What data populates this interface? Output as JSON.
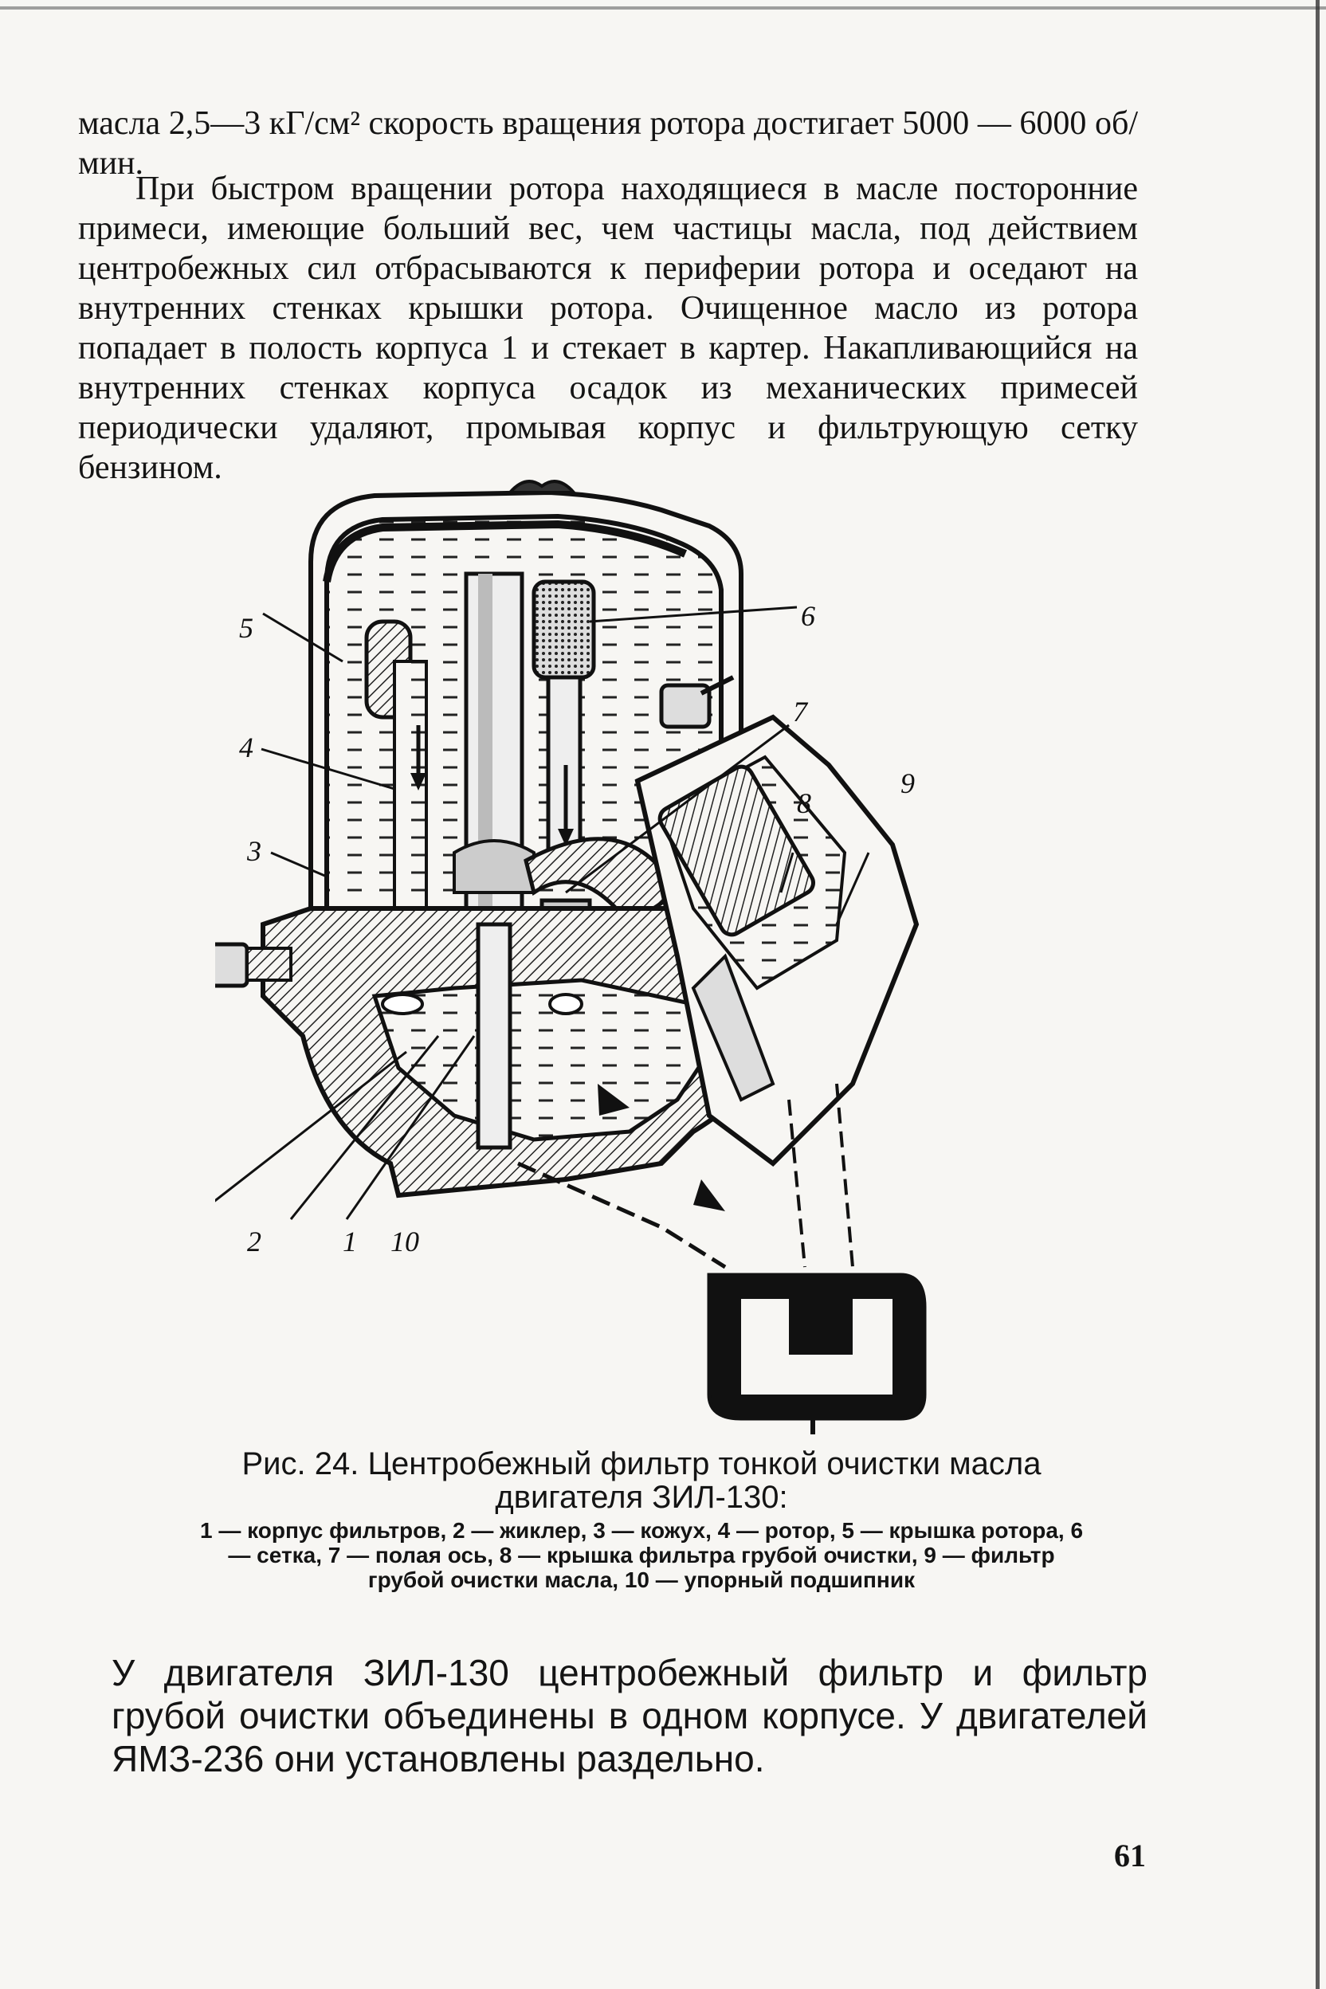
{
  "page": {
    "paragraph1": "масла 2,5—3 кГ/см² скорость вращения ротора достигает 5000 — 6000 об/мин.",
    "paragraph2": "При быстром вращении ротора находящиеся в масле посторонние примеси, имеющие больший вес, чем частицы масла, под действием центробежных сил отбрасываются к периферии ротора и оседают на внутренних стенках крышки ротора. Очищенное масло из ротора попадает в полость корпуса 1 и стекает в картер. Накапливающийся на внутренних стенках корпуса осадок из механических примесей периодически удаляют, промывая корпус и фильтрующую сетку бензином.",
    "paragraph3": "У двигателя ЗИЛ-130 центробежный фильтр и фильтр грубой очистки объединены в одном корпусе. У двигателей ЯМЗ-236 они установлены раздельно.",
    "page_number": "61"
  },
  "figure": {
    "callouts": [
      "1",
      "2",
      "3",
      "4",
      "5",
      "6",
      "7",
      "8",
      "9",
      "10"
    ],
    "caption_title": "Рис. 24. Центробежный фильтр тонкой очистки масла двигателя ЗИЛ-130:",
    "caption_legend": "1 — корпус фильтров, 2 — жиклер, 3 — кожух, 4 — ротор, 5 — крышка ротора, 6 — сетка, 7 — полая ось, 8 — крышка фильтра грубой очистки, 9 — фильтр грубой очистки масла, 10 — упорный подшипник"
  }
}
